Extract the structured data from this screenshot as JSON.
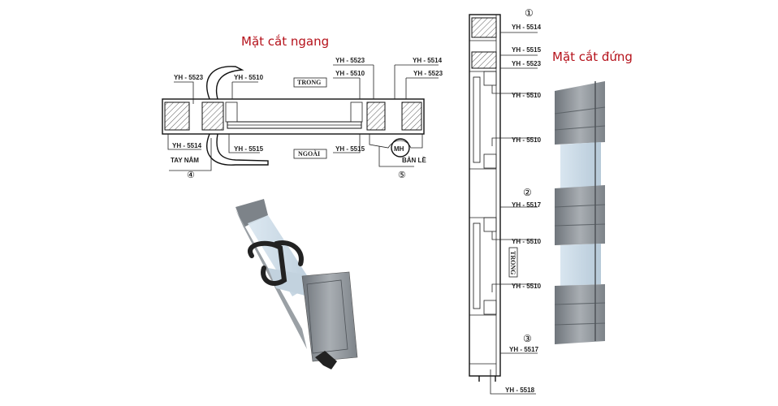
{
  "horizontal_section": {
    "title": "Mặt cắt ngang",
    "inside_label": "TRONG",
    "outside_label": "NGOÀI",
    "labels": {
      "left_top": "YH - 5523",
      "left_inner": "YH - 5510",
      "left_bottom": "YH - 5514",
      "left_outer": "YH - 5515",
      "handle": "TAY NẮM",
      "right_top_a": "YH - 5523",
      "right_inner": "YH - 5510",
      "right_top_b": "YH - 5514",
      "right_top_c": "YH - 5523",
      "right_outer": "YH - 5515",
      "hinge": "BẢN LỀ",
      "hinge_badge": "MH"
    },
    "markers": {
      "left": "④",
      "right": "⑤"
    }
  },
  "vertical_section": {
    "title": "Mặt cắt đứng",
    "inside_label": "TRONG",
    "markers": [
      "①",
      "②",
      "③"
    ],
    "labels": [
      "YH - 5514",
      "YH - 5515",
      "YH - 5523",
      "YH - 5510",
      "YH - 5510",
      "YH - 5517",
      "YH - 5510",
      "YH - 5510",
      "YH - 5517",
      "YH - 5518"
    ]
  },
  "colors": {
    "title": "#b5121b",
    "aluminum": "#8e9398",
    "glass": "#c9dbe8"
  }
}
